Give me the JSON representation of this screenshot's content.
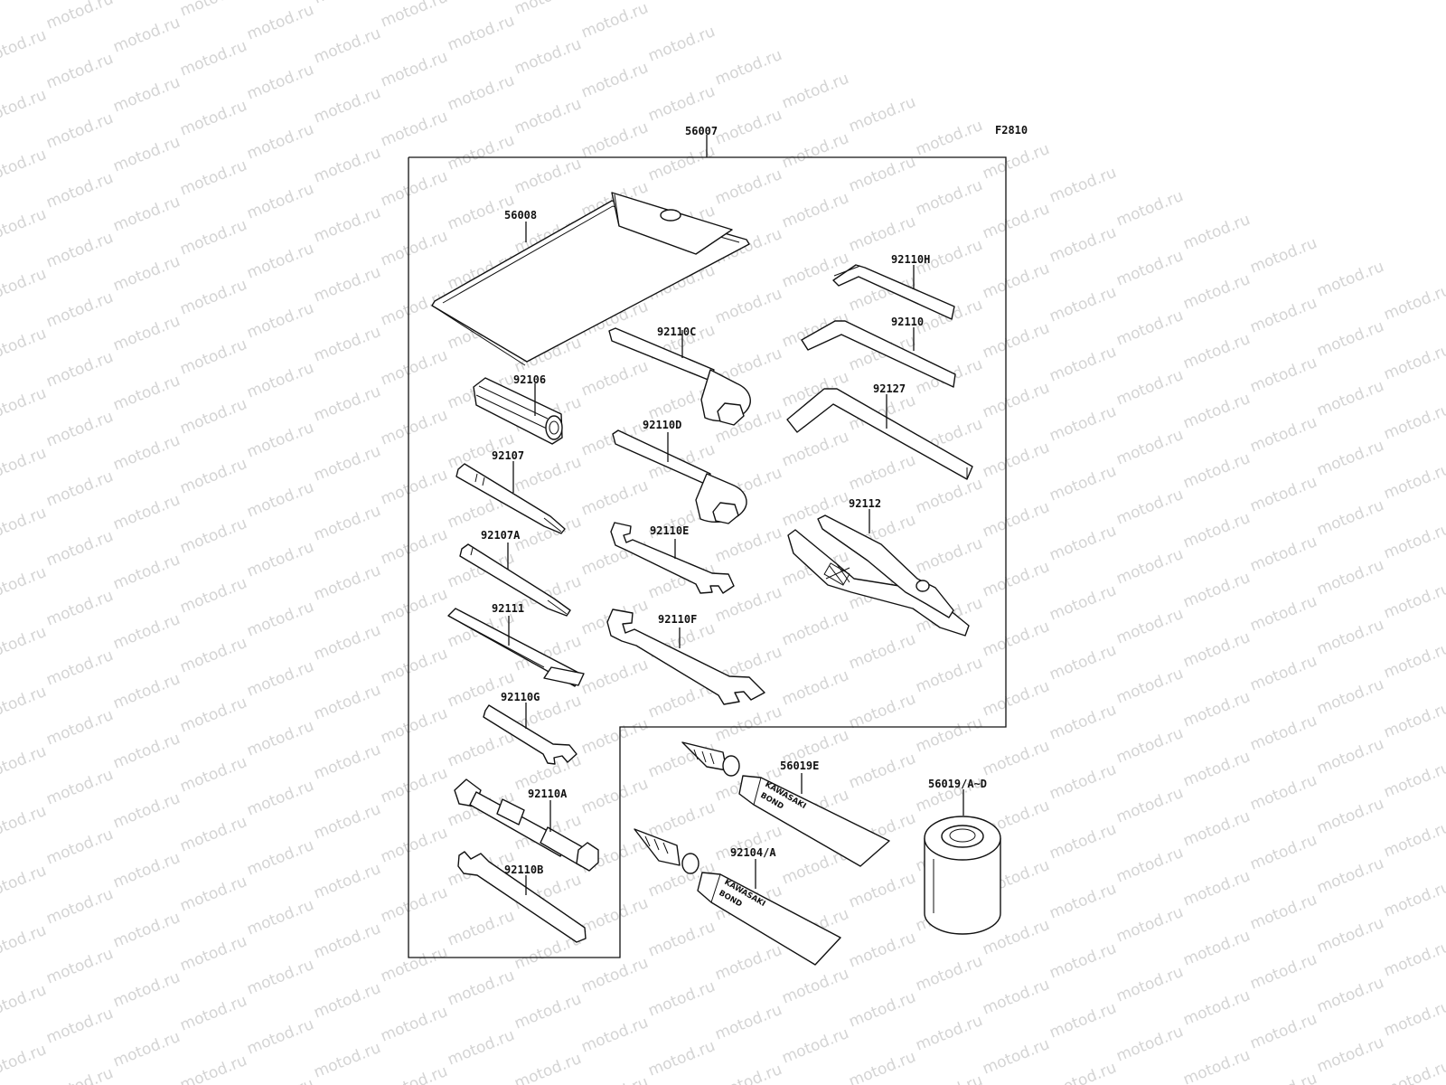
{
  "figure_code": "F2810",
  "watermark": {
    "text": "motod.ru"
  },
  "labels": {
    "kit": "56007",
    "case": "56008",
    "hex_key_h": "92110H",
    "hex_key": "92110",
    "hex_key_large": "92127",
    "ring_wrench_c": "92110C",
    "ring_wrench_d": "92110D",
    "grip": "92106",
    "screwdriver": "92107",
    "screwdriver_a": "92107A",
    "extension_bar": "92111",
    "open_wrench_e": "92110E",
    "open_wrench_f": "92110F",
    "pliers": "92112",
    "small_wrench_g": "92110G",
    "plug_wrench": "92110A",
    "hook_wrench": "92110B",
    "bond_e": "56019E",
    "bond_tube": "92104/A",
    "oil_filter": "56019/A~D"
  },
  "tube_text": {
    "brand": "KAWASAKI",
    "product": "BOND"
  }
}
